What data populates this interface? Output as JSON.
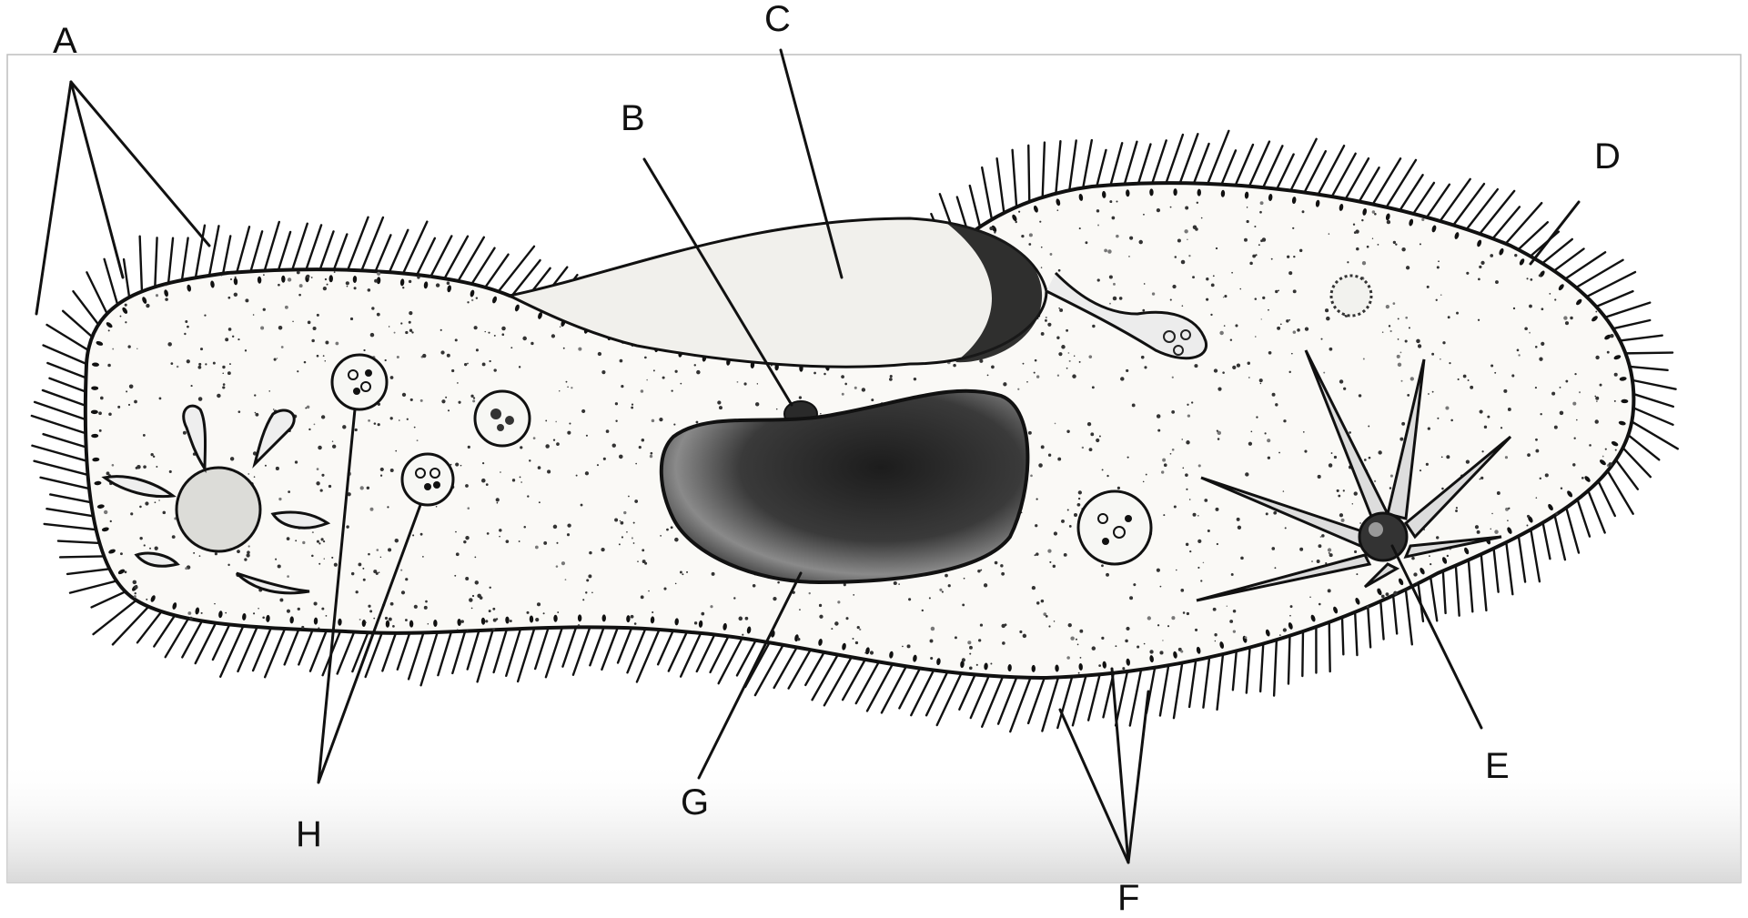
{
  "diagram": {
    "subject": "paramecium",
    "labels": {
      "A": "A",
      "B": "B",
      "C": "C",
      "D": "D",
      "E": "E",
      "F": "F",
      "G": "G",
      "H": "H"
    }
  },
  "colors": {
    "ink": "#111111",
    "frame": "#bdbdbd",
    "cell_fill": "#faf9f6",
    "background": "#ffffff"
  }
}
